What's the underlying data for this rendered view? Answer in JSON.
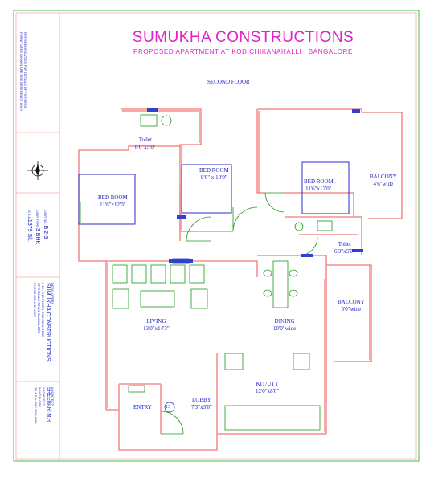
{
  "header": {
    "company": "SUMUKHA CONSTRUCTIONS",
    "project": "PROPOSED APARTMENT AT KODICHIKANAHALLI , BANGALORE",
    "floor": "SECOND FLOOR"
  },
  "rooms": [
    {
      "id": "toilet-1",
      "name": "Toilet",
      "size": "8'0\"x5'0\""
    },
    {
      "id": "bedroom-1",
      "name": "BED ROOM",
      "size": "11'6\"x12'0\""
    },
    {
      "id": "bedroom-2",
      "name": "BED ROOM",
      "size": "9'0\" x 10'0\""
    },
    {
      "id": "bedroom-3",
      "name": "BED ROOM",
      "size": "11'6\"x12'0\""
    },
    {
      "id": "balcony-1",
      "name": "BALCONY",
      "size": "4'6\"wide"
    },
    {
      "id": "toilet-2",
      "name": "Toilet",
      "size": "6'3\"x5'0\""
    },
    {
      "id": "living",
      "name": "LIVING",
      "size": "13'0\"x14'3\""
    },
    {
      "id": "dining",
      "name": "DINING",
      "size": "10'0\"wide"
    },
    {
      "id": "balcony-2",
      "name": "BALCONY",
      "size": "5'0\"wide"
    },
    {
      "id": "kitchen",
      "name": "KIT/UTY",
      "size": "12'0\"x8'0\""
    },
    {
      "id": "lobby",
      "name": "LOBBY",
      "size": "7'3\"x3'6\""
    },
    {
      "id": "entry",
      "name": "ENTRY",
      "size": ""
    }
  ],
  "entry_badge": "13",
  "sidebar": {
    "notes": [
      "REF SPECIFICATION FOR DETAILS OF FIXTURES",
      "FURNITURES SHOWN ARE FOR REFERENCE ONLY"
    ],
    "unit": [
      "UNIT NO.",
      "B 2-3"
    ],
    "unit_type": [
      "UNIT TYPE",
      "3 BHK"
    ],
    "area": [
      "S B A",
      "1379 Sft."
    ],
    "developers": [
      "DEVELOPERS",
      "SUMUKHA CONSTRUCTIONS",
      "# 18 , IIND FLOOR, 2ND MAIN ROAD",
      "ST.THOMAS TOWN, BANGALORE",
      "PHONE 080-4123 4567"
    ],
    "architect": [
      "ARCHITECT",
      "SREEHARI M.R",
      "ARCHITECT",
      "BANGALORE",
      "Tel & Fax: 080 2345 6789"
    ]
  },
  "colors": {
    "wall": "#f07878",
    "title": "#e020c8",
    "text": "#1a20c0",
    "furniture": "#1a9a1a",
    "door": "#1a9a1a",
    "window": "#3040d0",
    "frame": "#22aa22",
    "bed": "#2a2ad0"
  }
}
